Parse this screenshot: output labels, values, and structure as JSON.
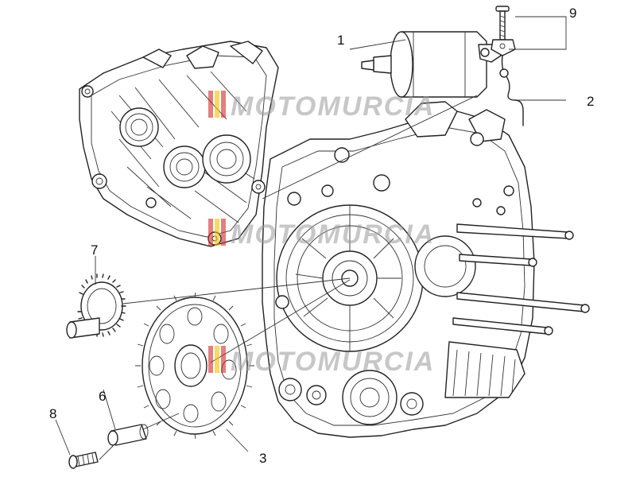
{
  "watermark": "MOTOMURCIA",
  "callouts": [
    {
      "id": "1",
      "label": "1"
    },
    {
      "id": "2",
      "label": "2"
    },
    {
      "id": "3",
      "label": "3"
    },
    {
      "id": "6",
      "label": "6"
    },
    {
      "id": "7",
      "label": "7"
    },
    {
      "id": "8",
      "label": "8"
    },
    {
      "id": "9",
      "label": "9"
    }
  ],
  "colors": {
    "line": "#222222",
    "background": "#ffffff",
    "watermark": "#9a9a9a",
    "flag_red": "#d42a2a",
    "flag_yellow": "#f2c200"
  }
}
